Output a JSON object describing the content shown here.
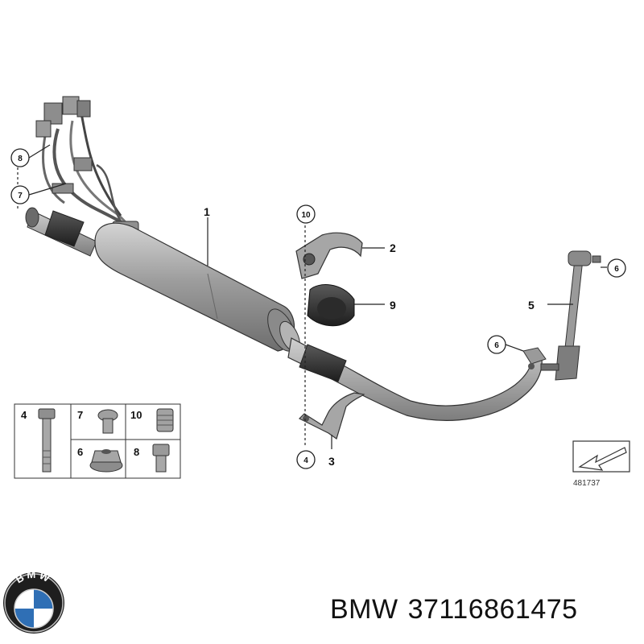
{
  "diagram": {
    "callouts": {
      "c1": "1",
      "c2": "2",
      "c3": "3",
      "c4": "4",
      "c5": "5",
      "c6a": "6",
      "c6b": "6",
      "c7": "7",
      "c8": "8",
      "c9": "9",
      "c10": "10"
    },
    "hardware_table": {
      "cells": {
        "t4": "4",
        "t7": "7",
        "t10": "10",
        "t6": "6",
        "t8": "8"
      }
    },
    "reference_number": "481737"
  },
  "logo": {
    "text": "BMW"
  },
  "caption": {
    "brand": "BMW",
    "part_number": "37116861475"
  },
  "colors": {
    "part_gray": "#a9a9a9",
    "dark_rubber": "#3a3a3a",
    "line": "#222222"
  }
}
